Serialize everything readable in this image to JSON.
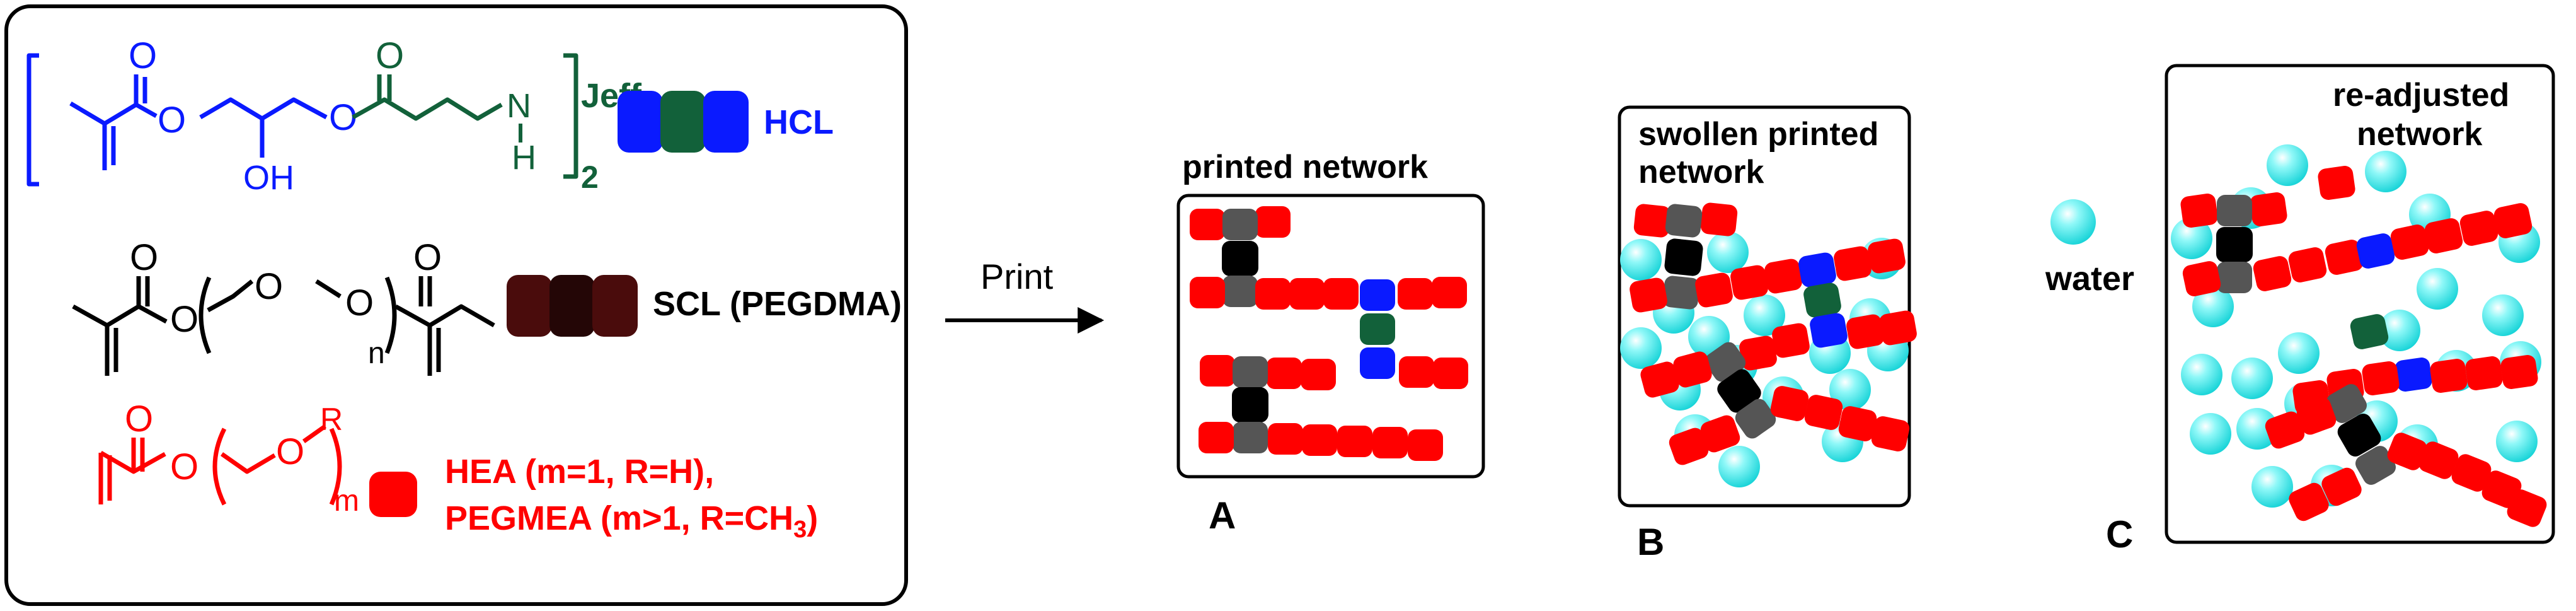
{
  "legend": {
    "hcl": {
      "structure": {
        "jeff": "Jeff",
        "nh_n": "N",
        "nh_h": "H",
        "oh": "OH",
        "o": "O",
        "sub": "2"
      },
      "label": "HCL",
      "block_colors": [
        "#0a1aff",
        "#12613a",
        "#0a1aff"
      ]
    },
    "scl": {
      "structure": {
        "o": "O",
        "n": "n"
      },
      "label": "SCL (PEGDMA)",
      "block_colors": [
        "#4a0c0c",
        "#240606",
        "#4a0c0c"
      ]
    },
    "monomer": {
      "structure": {
        "o": "O",
        "r": "R",
        "m": "m"
      },
      "label_line1": "HEA (m=1, R=H),",
      "label_line2": "PEGMEA (m>1, R=CH",
      "label_line2_sub": "3",
      "label_line2_end": ")",
      "block_color": "#ff0000"
    }
  },
  "arrow": {
    "label": "Print"
  },
  "panels": {
    "a": {
      "title": "printed network",
      "letter": "A"
    },
    "b": {
      "title_line1": "swollen printed",
      "title_line2": "network",
      "letter": "B"
    },
    "c": {
      "title_line1": "re-adjusted",
      "title_line2": "network",
      "letter": "C"
    }
  },
  "water": {
    "label": "water",
    "color": "#3cf0f0"
  },
  "colors": {
    "red": "#ff0000",
    "grey": "#555555",
    "black": "#000000",
    "blue": "#0a1aff",
    "green": "#12613a"
  }
}
